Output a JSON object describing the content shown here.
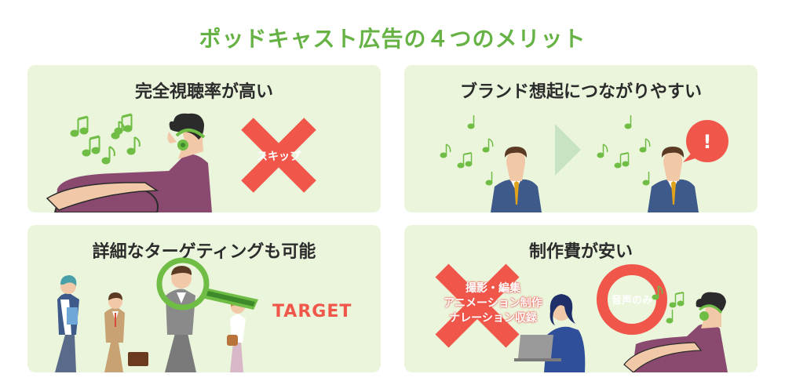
{
  "title": "ポッドキャスト広告の４つのメリット",
  "panels": [
    {
      "heading": "完全視聴率が高い",
      "cross_label": "スキップ"
    },
    {
      "heading": "ブランド想起につながりやすい",
      "alert_mark": "!"
    },
    {
      "heading": "詳細なターゲティングも可能",
      "target_label": "TARGET"
    },
    {
      "heading": "制作費が安い",
      "production_items": [
        "撮影・編集",
        "アニメーション制作",
        "ナレーション収録"
      ],
      "audio_only_label": "音声のみ"
    }
  ],
  "colors": {
    "title": "#66b245",
    "panel_bg": "#eaf5dc",
    "cross": "#f0574a",
    "accent_green": "#6fbd45"
  }
}
